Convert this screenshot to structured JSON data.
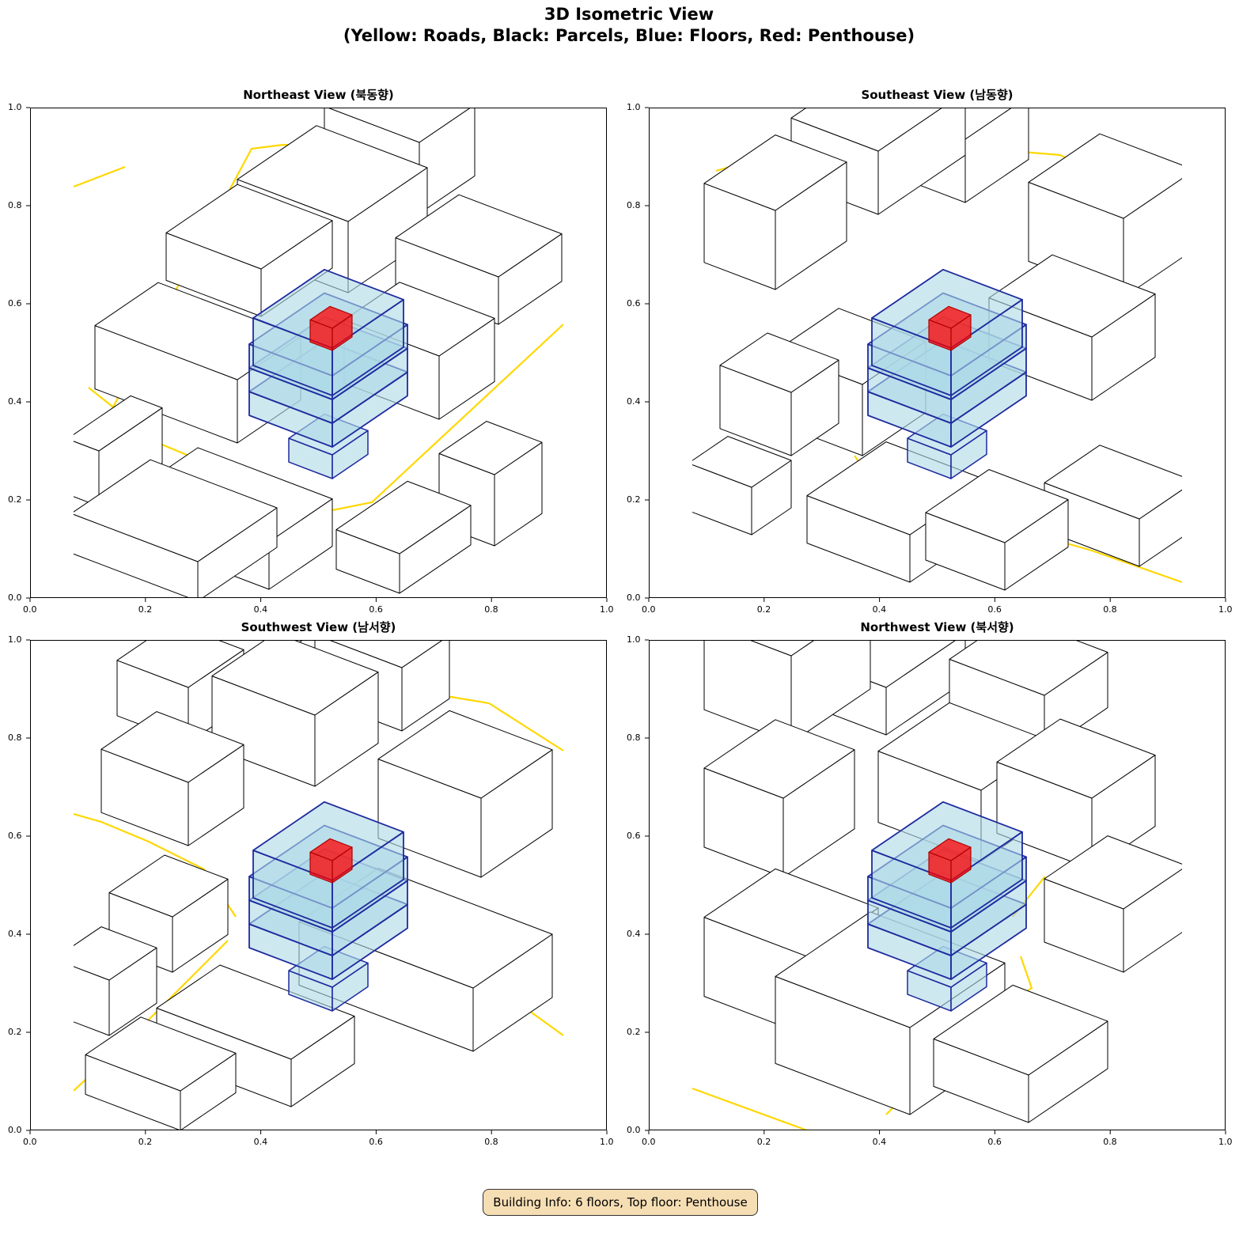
{
  "title_line1": "3D Isometric View",
  "title_line2": "(Yellow: Roads, Black: Parcels, Blue: Floors, Red: Penthouse)",
  "panels": [
    {
      "title": "Northeast View (북동향)"
    },
    {
      "title": "Southeast View (남동향)"
    },
    {
      "title": "Southwest View (남서향)"
    },
    {
      "title": "Northwest View (북서향)"
    }
  ],
  "ticks": [
    "0.0",
    "0.2",
    "0.4",
    "0.6",
    "0.8",
    "1.0"
  ],
  "info": "Building Info: 6 floors, Top floor: Penthouse",
  "colors": {
    "road": "#ffd700",
    "parcel": "#000000",
    "floor_fill": "#add8e6",
    "floor_edge": "#1f2a9e",
    "penthouse": "#ff0000",
    "info_bg": "#f5deb3"
  }
}
